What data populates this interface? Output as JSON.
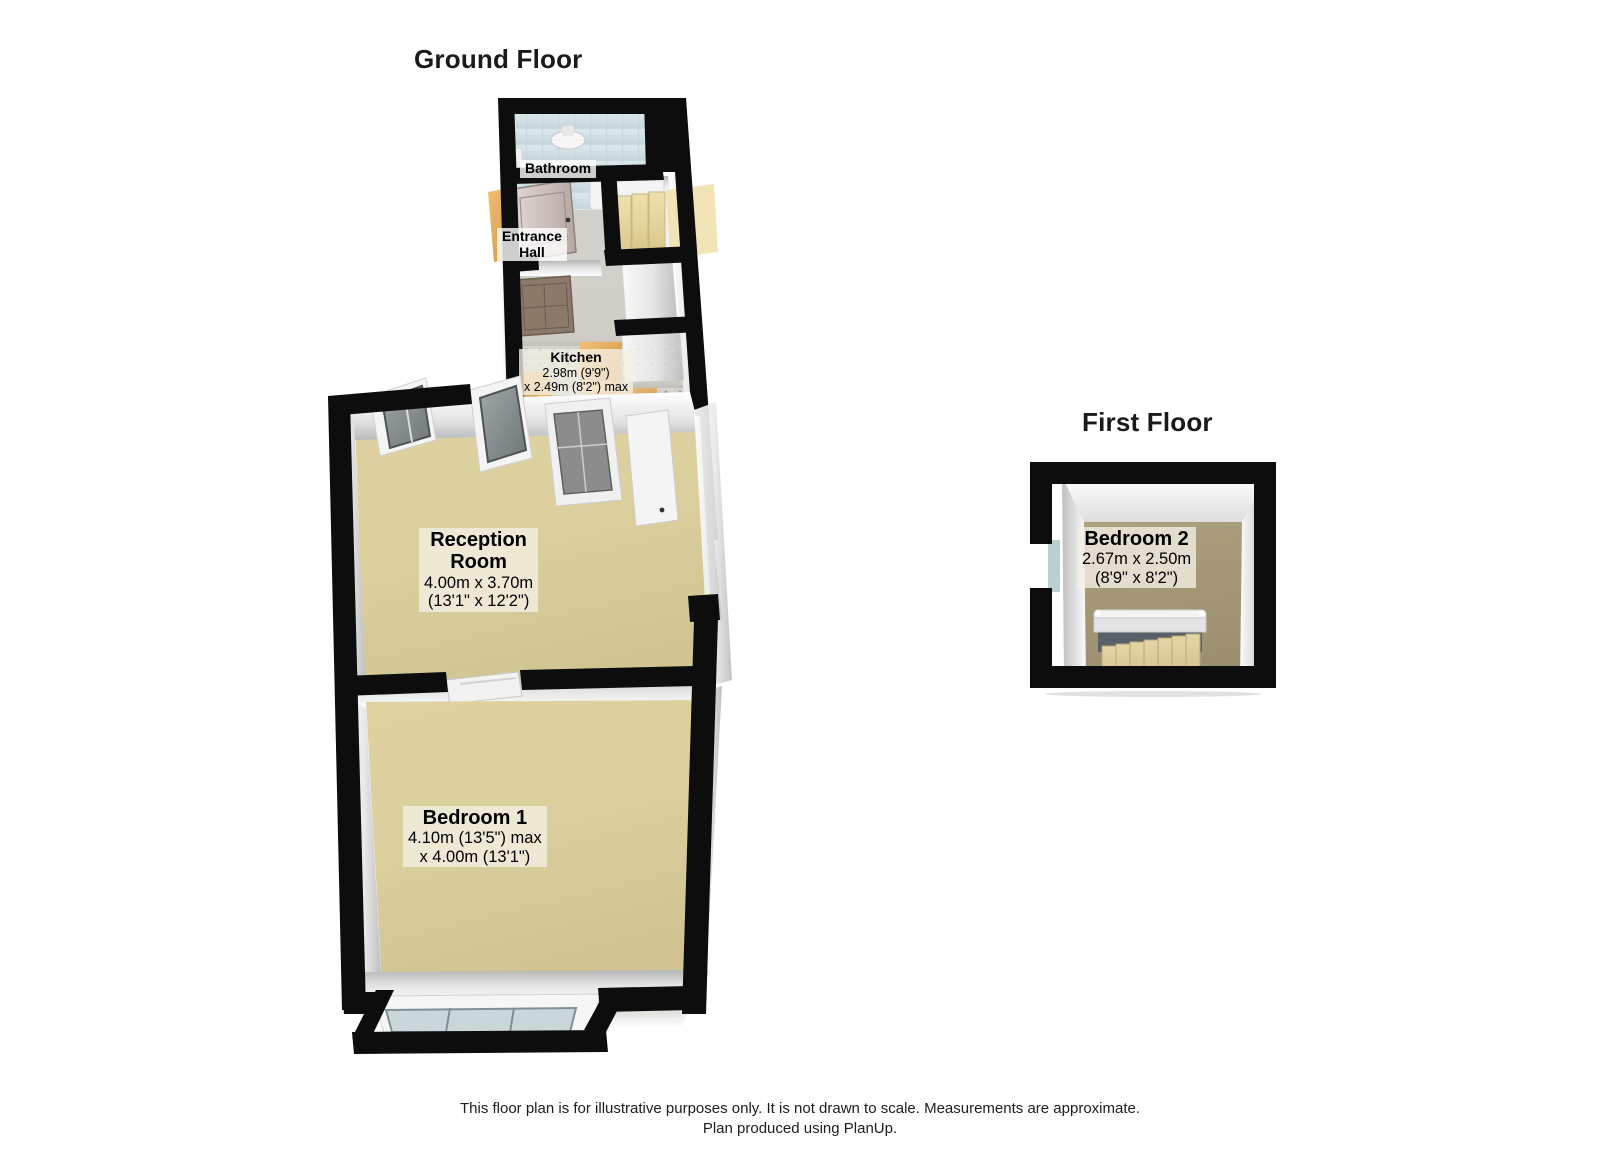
{
  "page": {
    "background": "#ffffff",
    "wall_color": "#0d0d0d",
    "carpet_color": "#ddd3a2",
    "kitchen_floor_color": "#cfcdc6",
    "bathroom_floor_color": "#d8e2e4",
    "wood_color": "#e0a85c",
    "bedroom2_carpet_color": "#a79a7c",
    "label_bg_color": "#f3f0e4"
  },
  "floors": [
    {
      "id": "ground",
      "title": "Ground Floor",
      "rooms": [
        {
          "id": "bathroom",
          "name": "Bathroom",
          "dimensions_metric": "",
          "dimensions_imperial": ""
        },
        {
          "id": "entrance-hall",
          "name": "Entrance",
          "name_line2": "Hall",
          "dimensions_metric": "",
          "dimensions_imperial": ""
        },
        {
          "id": "kitchen",
          "name": "Kitchen",
          "dimensions_metric": "2.98m (9'9\")",
          "dimensions_imperial": "x 2.49m (8'2\") max"
        },
        {
          "id": "reception-room",
          "name": "Reception",
          "name_line2": "Room",
          "dimensions_metric": "4.00m x 3.70m",
          "dimensions_imperial": "(13'1\" x 12'2\")"
        },
        {
          "id": "bedroom-1",
          "name": "Bedroom 1",
          "dimensions_metric": "4.10m (13'5\") max",
          "dimensions_imperial": "x 4.00m (13'1\")"
        }
      ]
    },
    {
      "id": "first",
      "title": "First Floor",
      "rooms": [
        {
          "id": "bedroom-2",
          "name": "Bedroom 2",
          "dimensions_metric": "2.67m x 2.50m",
          "dimensions_imperial": "(8'9\" x 8'2\")"
        }
      ]
    }
  ],
  "footer": {
    "line1": "This floor plan is for illustrative purposes only. It is not drawn to scale. Measurements are approximate.",
    "line2": "Plan produced using PlanUp."
  }
}
